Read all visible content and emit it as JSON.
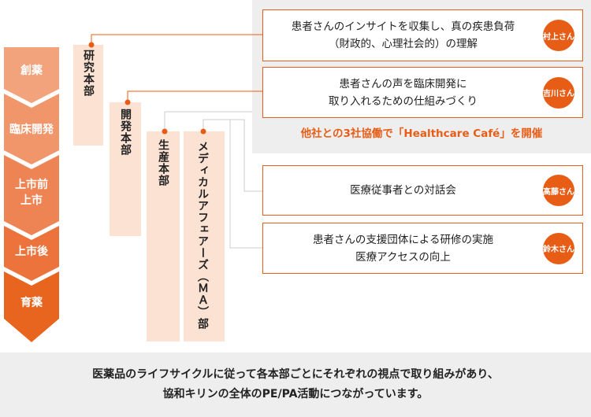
{
  "stages": [
    "創薬",
    "臨床開発",
    "上市前\n上市",
    "上市後",
    "育薬"
  ],
  "departments": {
    "research": "研究本部",
    "development": "開発本部",
    "production": "生産本部",
    "medical_affairs": "メディカルアフェアーズ（ＭＡ）部"
  },
  "activities": [
    {
      "text": "患者さんのインサイトを収集し、真の疾患負荷\n（財政的、心理社会的）の理解",
      "person": "村上さん"
    },
    {
      "text": "患者さんの声を臨床開発に\n取り入れるための仕組みづくり",
      "person": "吉川さん"
    },
    {
      "text": "医療従事者との対話会",
      "person": "髙藤さん"
    },
    {
      "text": "患者さんの支援団体による研修の実施\n医療アクセスの向上",
      "person": "鈴木さん"
    }
  ],
  "collaboration": "他社との3社協働で「Healthcare Café」を開催",
  "footer": {
    "line1": "医薬品のライフサイクルに従って各本部ごとにそれぞれの視点で取り組みがあり、",
    "line2": "協和キリンの全体のPE/PA活動につながっています。"
  },
  "colors": {
    "accent": "#e85d16",
    "department_fill": "#fce2d2",
    "panel_grey": "#eeeeee",
    "stage_gradient": [
      "#f4a983",
      "#e8651f"
    ]
  }
}
